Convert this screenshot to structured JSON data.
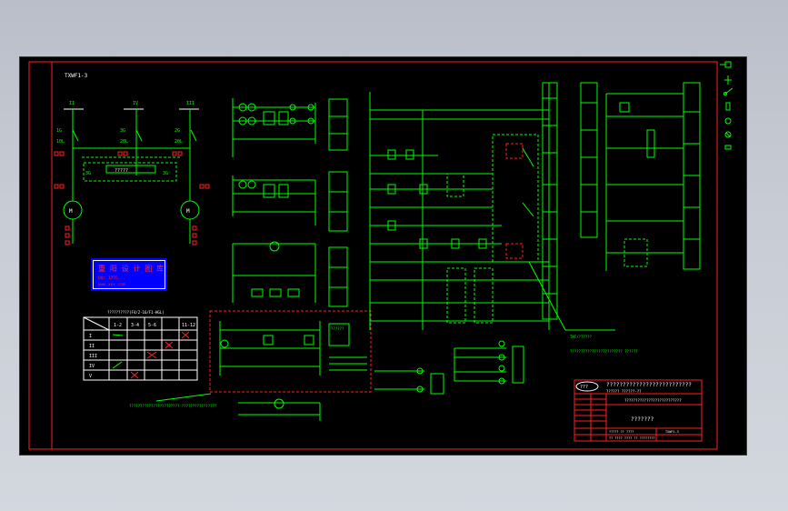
{
  "drawing": {
    "sheet_code": "TXWF1-3",
    "bus_labels": [
      "II",
      "IV",
      "III"
    ],
    "left_breaker": {
      "id": "1G",
      "rating": "10L"
    },
    "left_mid_breaker": {
      "id": "3G",
      "rating": "20L"
    },
    "right_mid_breaker": {
      "id": "3G",
      "rating": "20L"
    },
    "right_breaker": {
      "id": "2G",
      "rating": "20L"
    },
    "interlock_box_text": "?????",
    "interlock_left": "3G",
    "interlock_right": "3G",
    "motor_left": "M",
    "motor_right": "M",
    "stamp": {
      "title": "重 阳 设 计 图 库",
      "line1": "QQ: 1795...",
      "line2": "www.xxx.com"
    },
    "table_title": "??????????(F4/2-16/F1-HGL)",
    "table_headers": [
      "",
      "1-2",
      "3-4",
      "5-6",
      "11-12"
    ],
    "table_rows": [
      "I",
      "II",
      "III",
      "IV",
      "V"
    ],
    "note_left": "??????????????????????? ????????????????",
    "note_right": "???????????????????????? ??????",
    "relay_box_label": "??????",
    "ground_tag": "TXF/??????",
    "title_block": {
      "mark": "???",
      "title": "??????????????????????????",
      "subtitle": "??????   ??????-??",
      "row2": "??????????????????????????",
      "drawing_name": "???????",
      "footer1": "????? ?? ????",
      "footer2": "?? ???? ???? ?? ????????",
      "code": "TXWF1-3"
    },
    "legend_icons": [
      "contact-icon",
      "breaker-icon",
      "switch-icon",
      "fuse-icon",
      "coil-icon",
      "lamp-icon",
      "resistor-icon"
    ],
    "colors": {
      "background": "#000000",
      "wire": "#00ff00",
      "frame": "#ff2020",
      "text_white": "#ffffff",
      "highlight": "#0000ff"
    }
  }
}
